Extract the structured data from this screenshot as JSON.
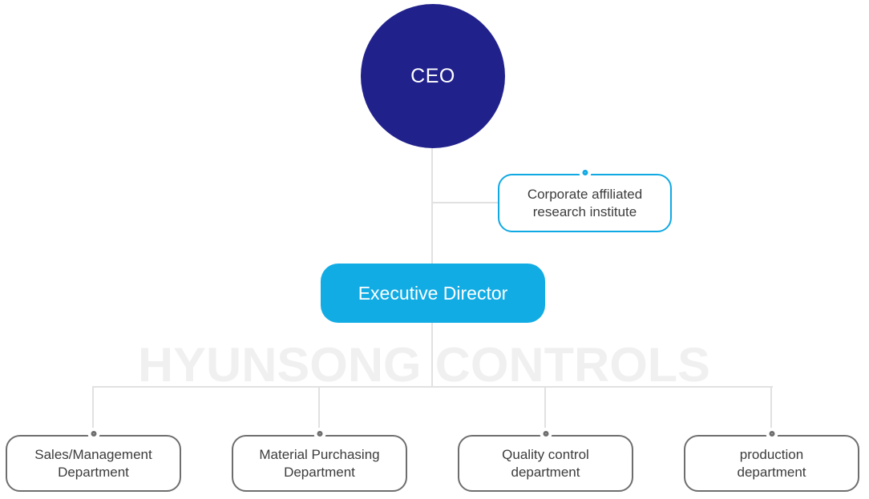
{
  "org_chart": {
    "watermark": "HYUNSONG CONTROLS",
    "ceo_label": "CEO",
    "research_label": "Corporate affiliated\nresearch institute",
    "executive_label": "Executive Director",
    "departments": [
      {
        "label": "Sales/Management\nDepartment"
      },
      {
        "label": "Material Purchasing\nDepartment"
      },
      {
        "label": "Quality control\ndepartment"
      },
      {
        "label": "production\ndepartment"
      }
    ]
  },
  "colors": {
    "ceo_navy": "#21218c",
    "executive_cyan": "#12ace4",
    "research_border_cyan": "#0fa9e3",
    "department_border_gray": "#6e6e6e",
    "connector_line_gray": "#e1e1e1",
    "text_gray": "#3c3c3c",
    "watermark_gray": "#f0f0f0"
  }
}
